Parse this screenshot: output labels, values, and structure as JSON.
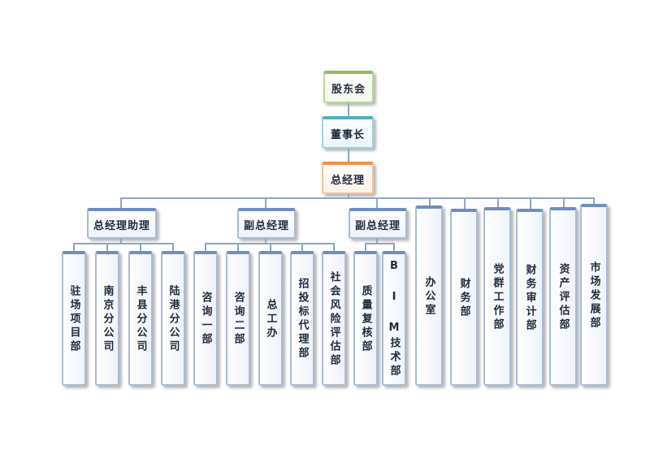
{
  "top": {
    "shareholders": "股东会",
    "board_chair": "董事长",
    "general_manager": "总经理"
  },
  "groups": [
    {
      "label": "总经理助理",
      "departments": [
        "驻场项目部",
        "南京分公司",
        "丰县分公司",
        "陆港分公司"
      ]
    },
    {
      "label": "副总经理",
      "departments": [
        "咨询一部",
        "咨询二部",
        "总工办",
        "招投标代理部",
        "社会风险评估部"
      ]
    },
    {
      "label": "副总经理",
      "departments": [
        "质量复核部",
        "B I M技术部"
      ]
    }
  ],
  "direct_departments": [
    "办公室",
    "财务部",
    "党群工作部",
    "财务审计部",
    "资产评估部",
    "市场发展部"
  ],
  "colors": {
    "shareholders_border": "#8fbf55",
    "board_chair_border": "#4fb0c6",
    "general_manager_border": "#f09045",
    "box_border": "#6e8fbd",
    "connector": "#8ea6c8"
  }
}
